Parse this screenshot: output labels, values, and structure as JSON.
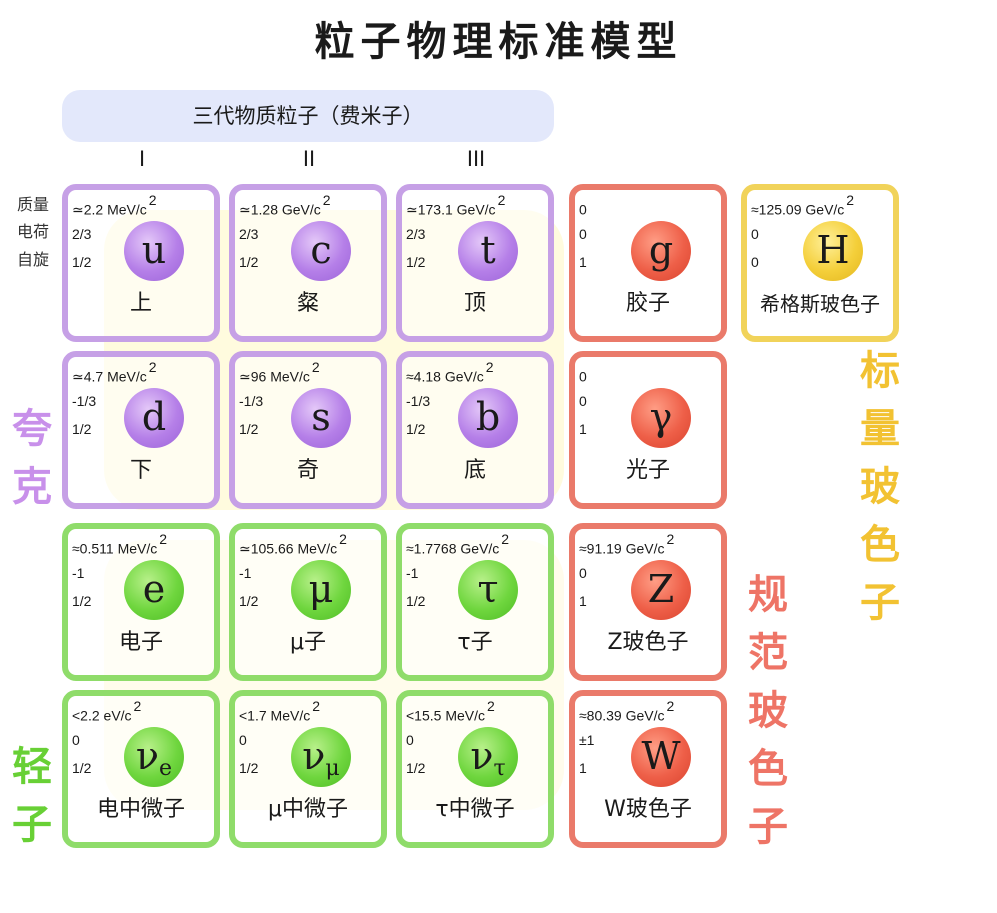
{
  "title": "粒子物理标准模型",
  "fermion_banner": "三代物质粒子（费米子）",
  "generations": [
    "I",
    "II",
    "III"
  ],
  "property_labels": [
    "质量",
    "电荷",
    "自旋"
  ],
  "group_labels": {
    "quarks": "夸克",
    "leptons": "轻子",
    "gauge_bosons": "规范玻色子",
    "scalar_bosons": "标量玻色子"
  },
  "particles": [
    {
      "symbol": "u",
      "sub": "",
      "mass": "≃2.2 MeV/c",
      "mass_sup": "2",
      "charge": "2/3",
      "spin": "1/2",
      "name": "上"
    },
    {
      "symbol": "c",
      "sub": "",
      "mass": "≃1.28 GeV/c",
      "mass_sup": "2",
      "charge": "2/3",
      "spin": "1/2",
      "name": "粲"
    },
    {
      "symbol": "t",
      "sub": "",
      "mass": "≃173.1 GeV/c",
      "mass_sup": "2",
      "charge": "2/3",
      "spin": "1/2",
      "name": "顶"
    },
    {
      "symbol": "g",
      "sub": "",
      "mass": "0",
      "mass_sup": "",
      "charge": "0",
      "spin": "1",
      "name": "胶子"
    },
    {
      "symbol": "H",
      "sub": "",
      "mass": "≈125.09 GeV/c",
      "mass_sup": "2",
      "charge": "0",
      "spin": "0",
      "name": "希格斯玻色子"
    },
    {
      "symbol": "d",
      "sub": "",
      "mass": "≃4.7 MeV/c",
      "mass_sup": "2",
      "charge": "-1/3",
      "spin": "1/2",
      "name": "下"
    },
    {
      "symbol": "s",
      "sub": "",
      "mass": "≃96 MeV/c",
      "mass_sup": "2",
      "charge": "-1/3",
      "spin": "1/2",
      "name": "奇"
    },
    {
      "symbol": "b",
      "sub": "",
      "mass": "≈4.18 GeV/c",
      "mass_sup": "2",
      "charge": "-1/3",
      "spin": "1/2",
      "name": "底"
    },
    {
      "symbol": "γ",
      "sub": "",
      "mass": "0",
      "mass_sup": "",
      "charge": "0",
      "spin": "1",
      "name": "光子"
    },
    {
      "symbol": "e",
      "sub": "",
      "mass": "≈0.511 MeV/c",
      "mass_sup": "2",
      "charge": "-1",
      "spin": "1/2",
      "name": "电子"
    },
    {
      "symbol": "μ",
      "sub": "",
      "mass": "≃105.66 MeV/c",
      "mass_sup": "2",
      "charge": "-1",
      "spin": "1/2",
      "name": "μ子"
    },
    {
      "symbol": "τ",
      "sub": "",
      "mass": "≈1.7768 GeV/c",
      "mass_sup": "2",
      "charge": "-1",
      "spin": "1/2",
      "name": "τ子"
    },
    {
      "symbol": "Z",
      "sub": "",
      "mass": "≈91.19 GeV/c",
      "mass_sup": "2",
      "charge": "0",
      "spin": "1",
      "name": "Z玻色子"
    },
    {
      "symbol": "ν",
      "sub": "e",
      "mass": "<2.2 eV/c",
      "mass_sup": "2",
      "charge": "0",
      "spin": "1/2",
      "name": "电中微子"
    },
    {
      "symbol": "ν",
      "sub": "μ",
      "mass": "<1.7 MeV/c",
      "mass_sup": "2",
      "charge": "0",
      "spin": "1/2",
      "name": "μ中微子"
    },
    {
      "symbol": "ν",
      "sub": "τ",
      "mass": "<15.5 MeV/c",
      "mass_sup": "2",
      "charge": "0",
      "spin": "1/2",
      "name": "τ中微子"
    },
    {
      "symbol": "W",
      "sub": "",
      "mass": "≈80.39 GeV/c",
      "mass_sup": "2",
      "charge": "±1",
      "spin": "1",
      "name": "W玻色子"
    }
  ],
  "colors": {
    "quark": "#c6a0e6",
    "lepton": "#8fdc6a",
    "gauge": "#ea7a6a",
    "scalar": "#f1d35a",
    "banner": "#e3e8fb"
  }
}
